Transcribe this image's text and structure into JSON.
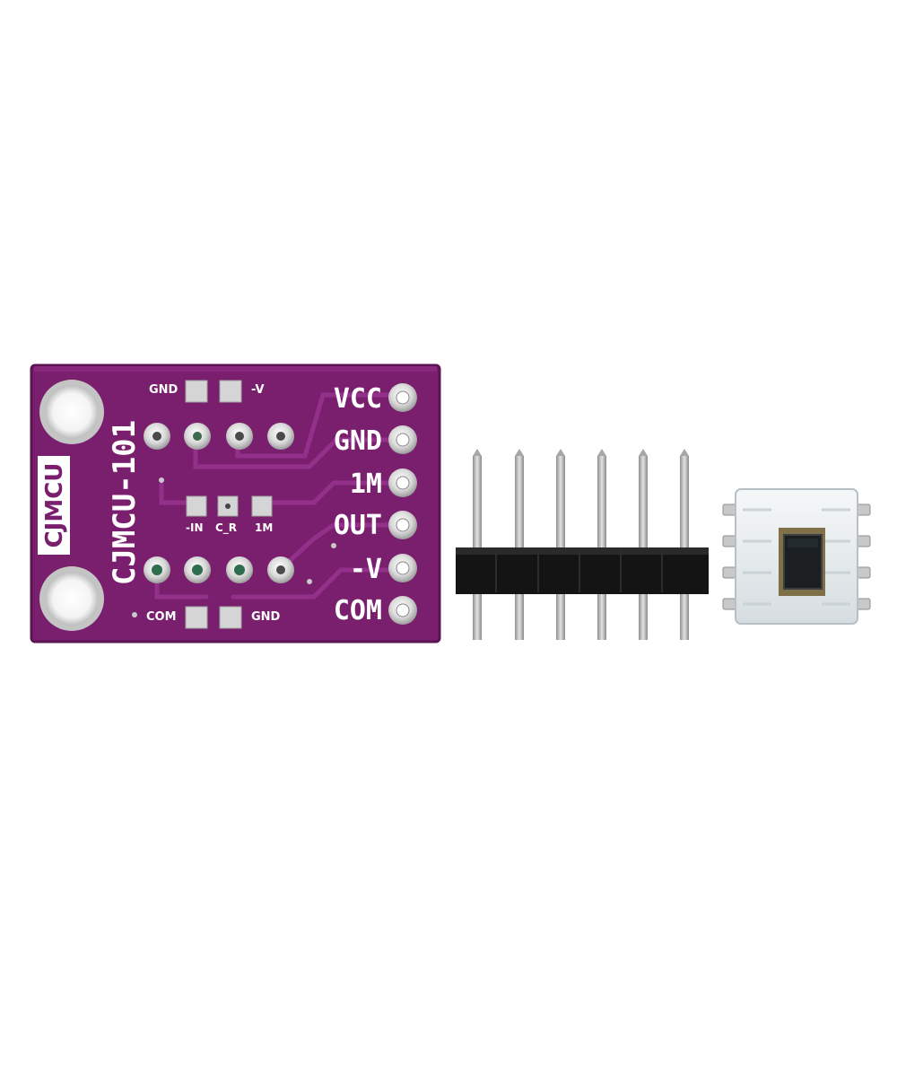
{
  "board": {
    "brand": "CJMCU",
    "model": "CJMCU-101",
    "pin_labels": [
      "VCC",
      "GND",
      "1M",
      "OUT",
      "-V",
      "COM"
    ],
    "top_jumper": {
      "left_label": "GND",
      "right_label": "-V"
    },
    "middle_pads": [
      "-IN",
      "C_R",
      "1M"
    ],
    "bottom_jumper": {
      "left_label": "COM",
      "right_label": "GND"
    }
  },
  "colors": {
    "pcb": "#7a1f6e",
    "pcb_edge": "#5c1553",
    "pad_silver": "#dcdcdc",
    "header_black": "#141414",
    "pin_metal": "#b9b9b9",
    "sensor_clear": "#e9eef0",
    "sensor_die": "#1b1f22"
  }
}
